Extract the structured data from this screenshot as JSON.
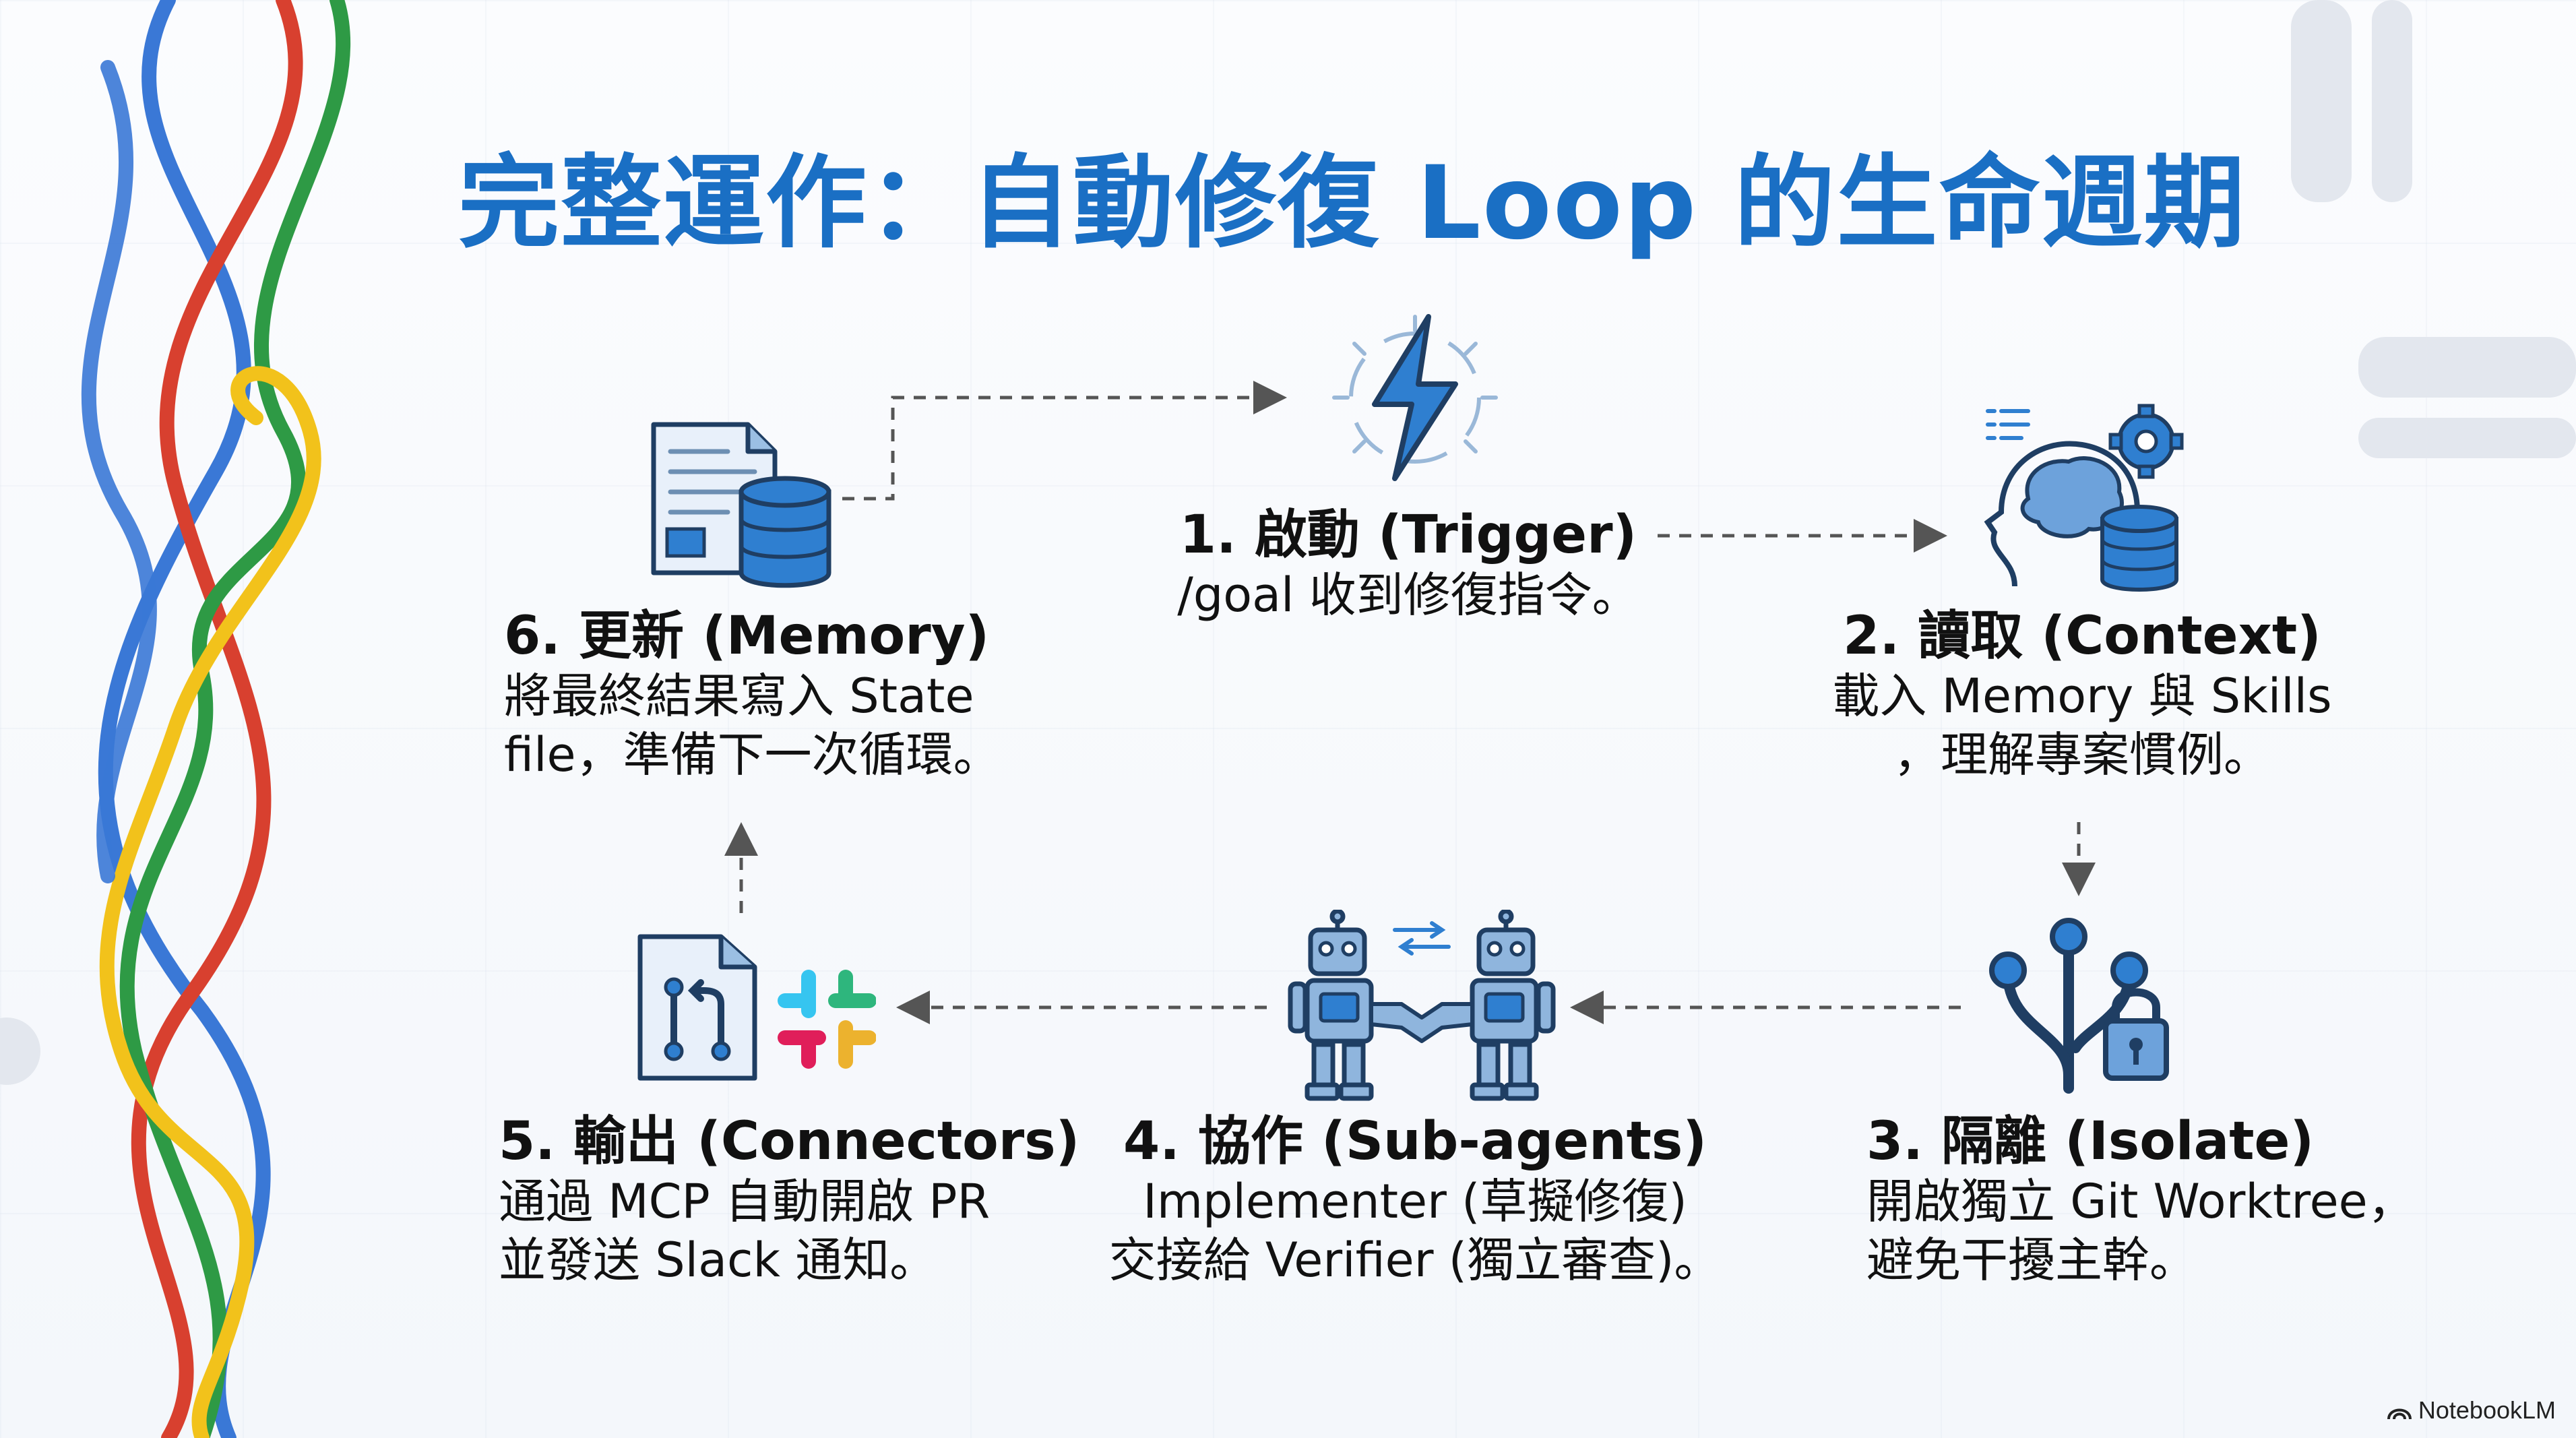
{
  "title": "完整運作：自動修復 Loop 的生命週期",
  "steps": [
    {
      "id": 1,
      "title": "1. 啟動 (Trigger)",
      "desc": "/goal 收到修復指令。",
      "icon": "lightning-icon"
    },
    {
      "id": 2,
      "title": "2. 讀取 (Context)",
      "desc": "載入 Memory 與 Skills\n，理解專案慣例。",
      "icon": "brain-gear-database-icon"
    },
    {
      "id": 3,
      "title": "3. 隔離 (Isolate)",
      "desc": "開啟獨立 Git Worktree，\n避免干擾主幹。",
      "icon": "git-branch-lock-icon"
    },
    {
      "id": 4,
      "title": "4. 協作 (Sub-agents)",
      "desc": "Implementer (草擬修復)\n交接給 Verifier (獨立審查)。",
      "icon": "robots-handshake-icon"
    },
    {
      "id": 5,
      "title": "5. 輸出 (Connectors)",
      "desc": "通過 MCP 自動開啟 PR\n並發送 Slack 通知。",
      "icon": "pull-request-slack-icon"
    },
    {
      "id": 6,
      "title": "6. 更新 (Memory)",
      "desc": "將最終結果寫入 State\nfile，準備下一次循環。",
      "icon": "document-database-icon"
    }
  ],
  "brand": "NotebookLM",
  "colors": {
    "title": "#1a6fc4",
    "icon_blue": "#2f7fd0",
    "icon_dark": "#1f3e63",
    "arrow": "#555555",
    "strand_blue": "#3a78d6",
    "strand_red": "#d8402f",
    "strand_yellow": "#f2c21b",
    "strand_green": "#2e9a45"
  }
}
